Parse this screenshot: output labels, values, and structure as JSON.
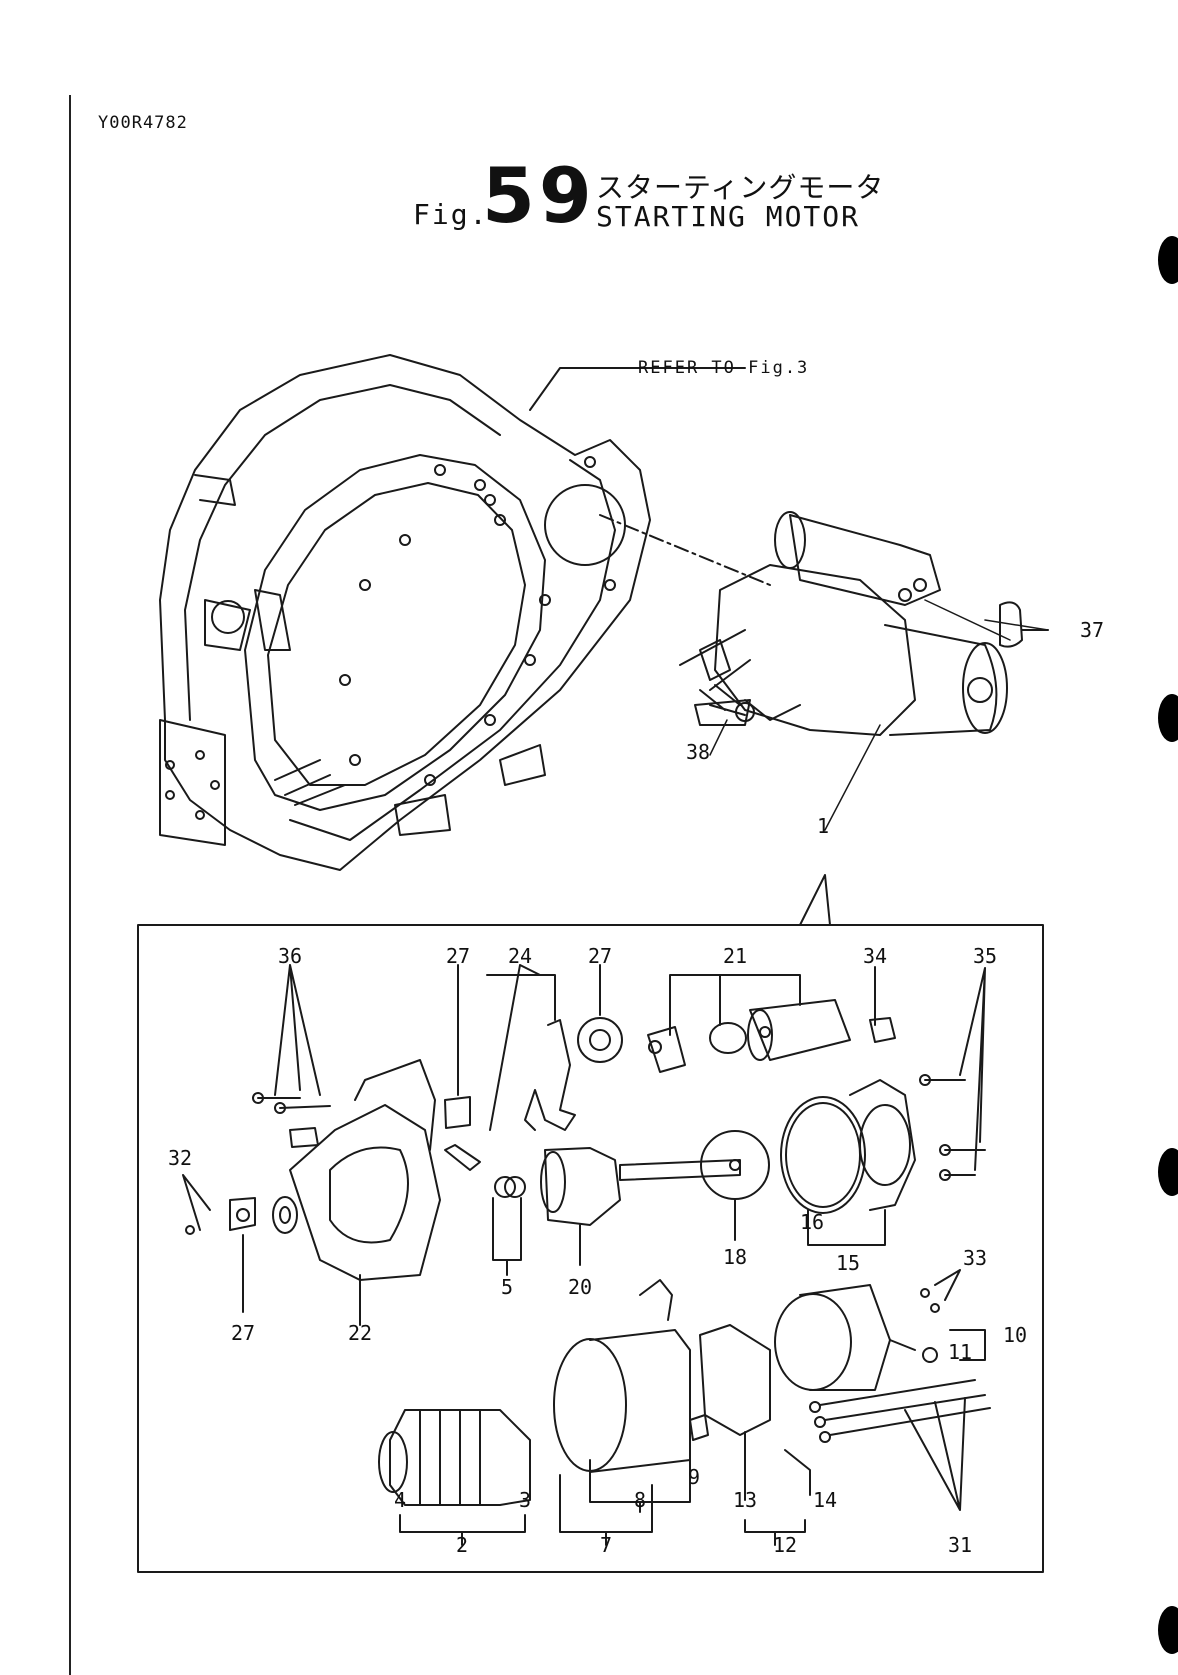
{
  "document_code": "Y00R4782",
  "figure": {
    "prefix": "Fig.",
    "number": "59",
    "title_jp": "スターティングモータ",
    "title_en": "STARTING MOTOR"
  },
  "reference_note": "REFER TO Fig.3",
  "callouts": [
    "37",
    "38",
    "1",
    "36",
    "27",
    "24",
    "27",
    "21",
    "34",
    "35",
    "32",
    "5",
    "20",
    "18",
    "16",
    "15",
    "33",
    "27",
    "22",
    "10",
    "11",
    "9",
    "4",
    "2",
    "3",
    "8",
    "7",
    "13",
    "14",
    "12",
    "31"
  ]
}
